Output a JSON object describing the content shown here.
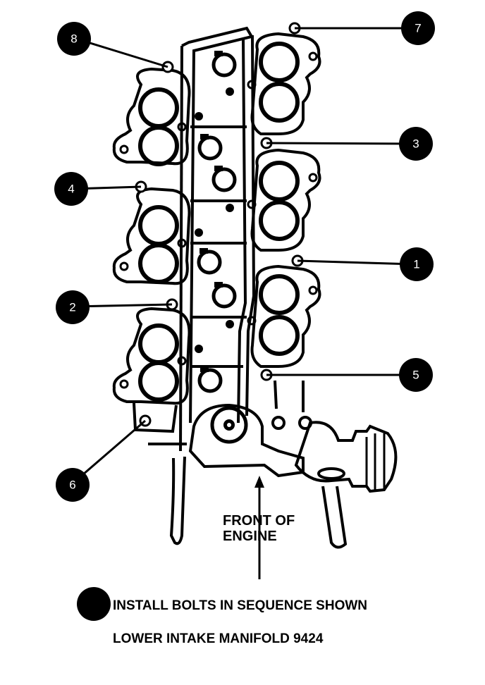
{
  "callouts": [
    {
      "number": "1"
    },
    {
      "number": "2"
    },
    {
      "number": "3"
    },
    {
      "number": "4"
    },
    {
      "number": "5"
    },
    {
      "number": "6"
    },
    {
      "number": "7"
    },
    {
      "number": "8"
    }
  ],
  "front_label": {
    "line1": "FRONT OF",
    "line2": "ENGINE"
  },
  "legend": {
    "text": "INSTALL BOLTS IN SEQUENCE SHOWN"
  },
  "caption": {
    "text": "LOWER INTAKE MANIFOLD 9424"
  }
}
